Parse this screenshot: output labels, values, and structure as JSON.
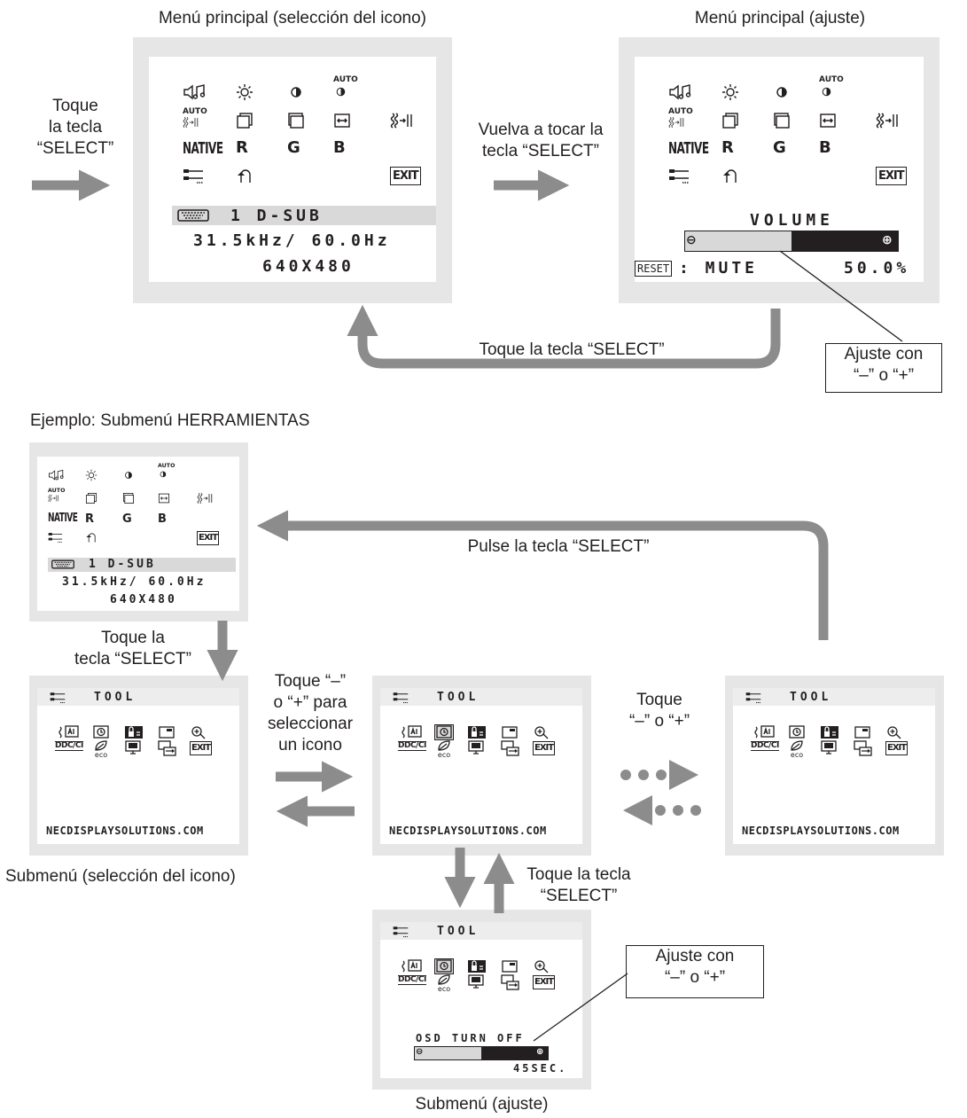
{
  "labels": {
    "main_select_title": "Menú principal (selección del icono)",
    "main_adjust_title": "Menú principal (ajuste)",
    "touch_select_1": [
      "Toque",
      "la tecla",
      "“SELECT”"
    ],
    "touch_again": [
      "Vuelva a tocar la",
      "tecla “SELECT”"
    ],
    "touch_select_back": "Toque la tecla “SELECT”",
    "adjust_callout_1": [
      "Ajuste con",
      "“–” o “+”"
    ],
    "example_title": "Ejemplo: Submenú HERRAMIENTAS",
    "press_select": "Pulse la tecla “SELECT”",
    "touch_select_2": [
      "Toque la",
      "tecla “SELECT”"
    ],
    "touch_minus_plus_select": [
      "Toque “–”",
      "o “+” para",
      "seleccionar",
      "un icono"
    ],
    "touch_minus_plus": [
      "Toque",
      "“–” o “+”"
    ],
    "submenu_select_caption": "Submenú (selección del icono)",
    "touch_select_3": [
      "Toque la tecla",
      "“SELECT”"
    ],
    "adjust_callout_2": [
      "Ajuste con",
      "“–” o “+”"
    ],
    "submenu_adjust_caption": "Submenú (ajuste)"
  },
  "main_osd": {
    "icon_grid": [
      [
        "volume-icon",
        "brightness-icon",
        "contrast-icon",
        "auto-contrast-icon"
      ],
      [
        "auto-adjust-icon",
        "left-right-icon",
        "down-up-icon",
        "h-size-icon",
        "fine-icon"
      ],
      [
        "native-icon",
        "R",
        "G",
        "B"
      ],
      [
        "tools-icon",
        "factory-preset-icon",
        "exit-icon"
      ]
    ],
    "auto_text": "AUTO",
    "native_text": "NATIVE",
    "exit_text": "EXIT",
    "input_line": "1  D-SUB",
    "freq_line": "31.5kHz/ 60.0Hz",
    "res_line": "640X480",
    "volume_title": "VOLUME",
    "reset_label": "RESET",
    "mute_label": ": MUTE",
    "volume_value": "50.0%",
    "volume_level": 0.5,
    "minus_glyph": "⊖",
    "plus_glyph": "⊕"
  },
  "tool_osd": {
    "title": "TOOL",
    "url": "NECDISPLAYSOLUTIONS.COM",
    "ddcci_text": "DDC/CI",
    "eco_text": "eco",
    "exit_text": "EXIT",
    "osd_turn_off": "OSD TURN OFF",
    "osd_turn_off_value": "45SEC.",
    "osd_turn_off_level": 0.5
  },
  "colors": {
    "panel": "#e6e6e6",
    "arrow": "#8c8c8c",
    "band": "#d9d9d9",
    "ink": "#231f20",
    "bar_light": "#d8d8d8",
    "bar_dark": "#231f20"
  }
}
